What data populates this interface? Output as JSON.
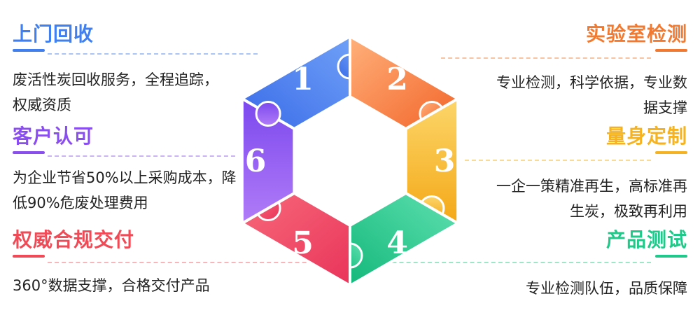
{
  "colors": {
    "blue": "#3f7ff0",
    "orange": "#f27a30",
    "yellow": "#f6b321",
    "green": "#20c98a",
    "red": "#ef4a55",
    "purple": "#8a4ef0"
  },
  "items": [
    {
      "number": "1",
      "title": "上门回收",
      "desc": "废活性炭回收服务，全程追踪，权威资质",
      "color": "#3f7ff0"
    },
    {
      "number": "2",
      "title": "实验室检测",
      "desc": "专业检测，科学依据，专业数据支撑",
      "color": "#f27a30"
    },
    {
      "number": "3",
      "title": "量身定制",
      "desc": "一企一策精准再生，高标准再生炭，极致再利用",
      "color": "#f6b321"
    },
    {
      "number": "4",
      "title": "产品测试",
      "desc": "专业检测队伍，品质保障",
      "color": "#20c98a"
    },
    {
      "number": "5",
      "title": "权威合规交付",
      "desc": "360°数据支撑，合格交付产品",
      "color": "#ef4a55"
    },
    {
      "number": "6",
      "title": "客户认可",
      "desc": "为企业节省50%以上采购成本，降低90%危废处理费用",
      "color": "#8a4ef0"
    }
  ]
}
